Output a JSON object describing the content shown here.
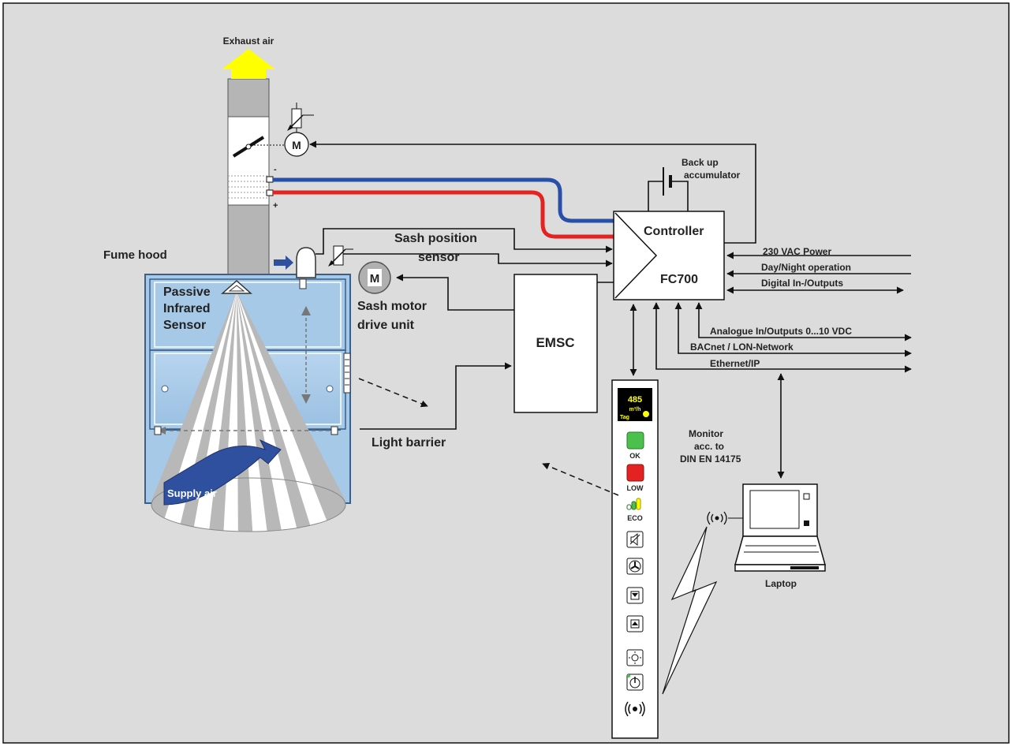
{
  "labels": {
    "exhaust_air": "Exhaust air",
    "fume_hood": "Fume hood",
    "pir_line1": "Passive",
    "pir_line2": "Infrared",
    "pir_line3": "Sensor",
    "supply_air": "Supply air",
    "sash_sensor_line1": "Sash position",
    "sash_sensor_line2": "sensor",
    "sash_motor_line1": "Sash motor",
    "sash_motor_line2": "drive unit",
    "motor_symbol": "M",
    "light_barrier": "Light barrier",
    "emsc": "EMSC",
    "controller": "Controller",
    "controller_model": "FC700",
    "backup_line1": "Back up",
    "backup_line2": "accumulator",
    "power": "230 VAC Power",
    "day_night": "Day/Night operation",
    "digital_io": "Digital In-/Outputs",
    "analogue_io": "Analogue In/Outputs 0...10 VDC",
    "bacnet": "BACnet / LON-Network",
    "ethernet": "Ethernet/IP",
    "monitor_line1": "Monitor",
    "monitor_line2": "acc. to",
    "monitor_line3": "DIN EN 14175",
    "laptop": "Laptop",
    "minus": "-",
    "plus": "+"
  },
  "monitor_panel": {
    "display_value": "485",
    "display_unit": "m³/h",
    "display_mode": "Tag",
    "ok_label": "OK",
    "low_label": "LOW",
    "eco_label": "ECO"
  },
  "colors": {
    "background": "#dcdcdc",
    "hood_blue": "#a6c9e8",
    "arrow_yellow": "#ffff00",
    "minus_wire": "#2a4fa8",
    "plus_wire": "#e52222",
    "supply_arrow": "#2f4f9f",
    "ok_led": "#4cc04c",
    "low_led": "#e52222"
  },
  "icons": [
    "mute-icon",
    "fan-icon",
    "sash-down-icon",
    "sash-up-icon",
    "light-icon",
    "power-icon",
    "wireless-icon"
  ]
}
